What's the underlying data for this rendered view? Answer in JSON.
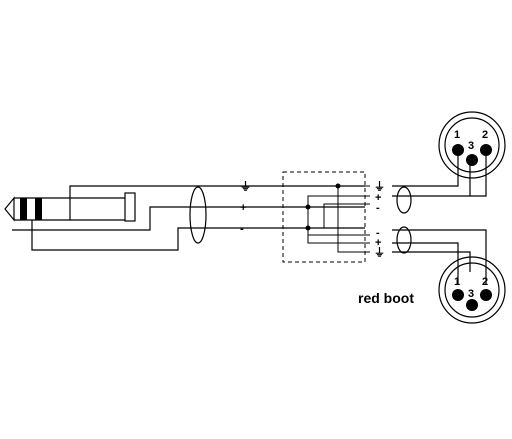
{
  "plug_signals": {
    "ground": "⏚",
    "plus": "+",
    "minus": "-"
  },
  "top_xlr": {
    "signals": {
      "ground": "⏚",
      "plus": "+",
      "minus": "-"
    },
    "pins": {
      "p1": "1",
      "p2": "2",
      "p3": "3"
    }
  },
  "bottom_xlr": {
    "signals": {
      "minus": "-",
      "plus": "+",
      "ground": "⏚"
    },
    "pins": {
      "p1": "1",
      "p2": "2",
      "p3": "3"
    },
    "boot_label": "red boot"
  }
}
